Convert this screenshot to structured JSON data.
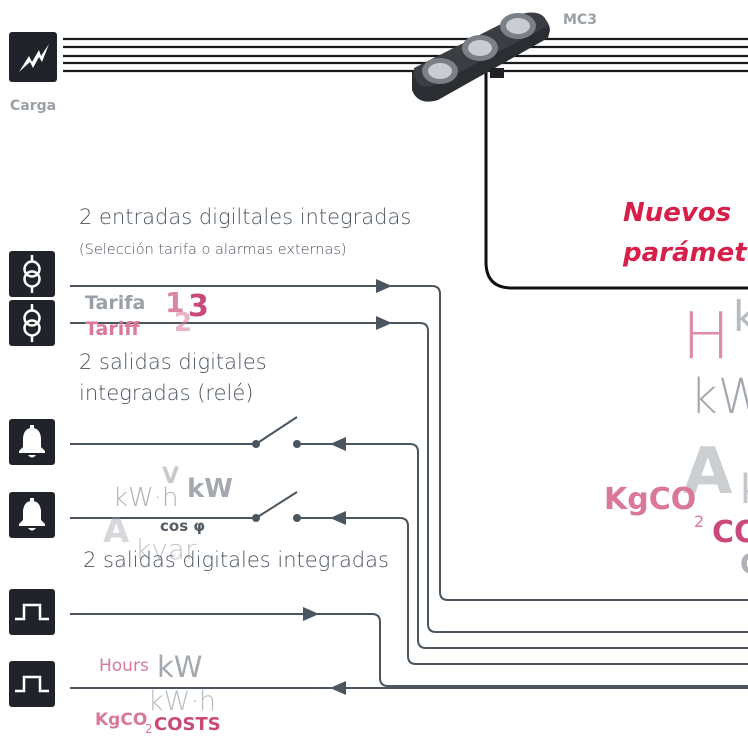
{
  "device": {
    "label": "MC3"
  },
  "load": {
    "label": "Carga",
    "icon": "lightning-bolt-icon"
  },
  "new_params": {
    "line1": "Nuevos",
    "line2": "parámet"
  },
  "inputs": {
    "title": "2 entradas digiltales integradas",
    "subtitle": "(Selección tarifa o alarmas externas)",
    "icon": "transformer-icon",
    "tariff_label_es": "Tarifa",
    "tariff_label_en": "Tariff",
    "tariff_num_1": "1",
    "tariff_num_2": "2",
    "tariff_num_3": "3"
  },
  "relays": {
    "title_line1": "2 salidas digitales",
    "title_line2": "integradas (relé)",
    "icon": "bell-icon",
    "wm_kwh": "kW·h",
    "wm_v": "V",
    "wm_kw": "kW",
    "wm_a": "A",
    "wm_kvar": "kvar",
    "wm_cos": "cos φ"
  },
  "pulse_outputs": {
    "title": "2 salidas digitales integradas",
    "icon": "pulse-icon",
    "wm_hours": "Hours",
    "wm_kw": "kW",
    "wm_kwh": "kW·h",
    "wm_kgco": "KgCO",
    "wm_kgco_sub": "2",
    "wm_costs": "COSTS"
  },
  "right_wm": {
    "h": "H",
    "k1": "k",
    "kw": "kW",
    "a": "A",
    "kgco": "KgCO",
    "kgco_sub": "2",
    "co": "CO",
    "c": "C",
    "k2": "k"
  },
  "colors": {
    "line": "#4b5560",
    "icon_bg": "#20242a",
    "accent_red": "#d6204a",
    "pink": "#d97898",
    "gray": "#9aa0a6"
  }
}
